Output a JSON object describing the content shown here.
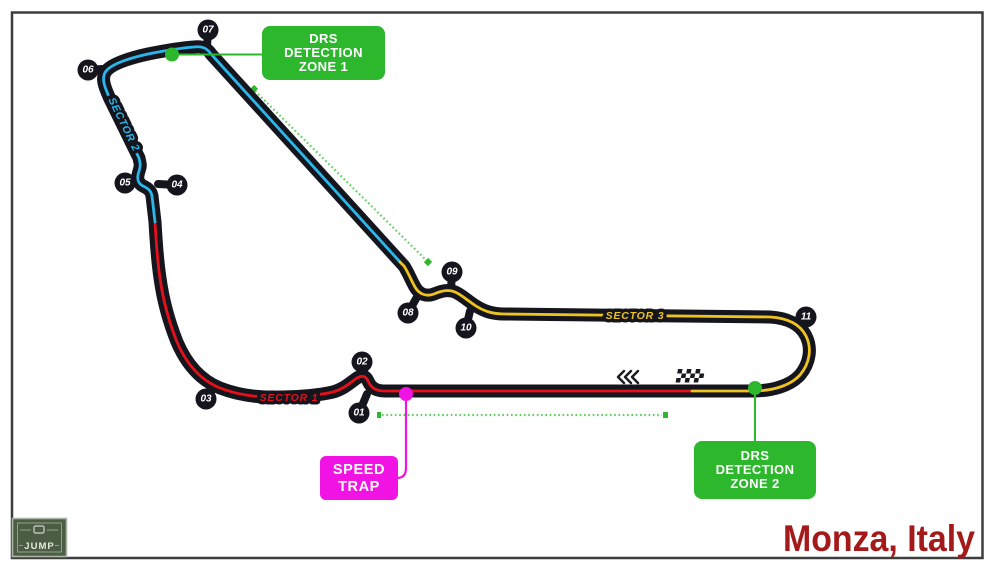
{
  "title": {
    "location": "Monza, Italy",
    "color": "#a41a1a"
  },
  "track": {
    "track_color": "#15151e",
    "corners": [
      {
        "label": "01"
      },
      {
        "label": "02"
      },
      {
        "label": "03"
      },
      {
        "label": "04"
      },
      {
        "label": "05"
      },
      {
        "label": "06"
      },
      {
        "label": "07"
      },
      {
        "label": "08"
      },
      {
        "label": "09"
      },
      {
        "label": "10"
      },
      {
        "label": "11"
      }
    ],
    "sectors": [
      {
        "label": "SECTOR 1",
        "color": "#e6101b"
      },
      {
        "label": "SECTOR 2",
        "color": "#2bb7ea"
      },
      {
        "label": "SECTOR 3",
        "color": "#eec31e"
      }
    ]
  },
  "callouts": {
    "drs_zone_1": {
      "lines": [
        "DRS",
        "DETECTION",
        "ZONE 1"
      ],
      "color": "#2db72d"
    },
    "drs_zone_2": {
      "lines": [
        "DRS",
        "DETECTION",
        "ZONE 2"
      ],
      "color": "#2db72d"
    },
    "speed_trap": {
      "lines": [
        "SPEED",
        "TRAP"
      ],
      "color": "#f112e4"
    }
  },
  "icons": {
    "finish_flag": "checkered-flag-icon",
    "direction": "chevrons-left-icon",
    "jump_key": "jump-key-icon"
  },
  "jump_button": {
    "label": "JUMP"
  }
}
